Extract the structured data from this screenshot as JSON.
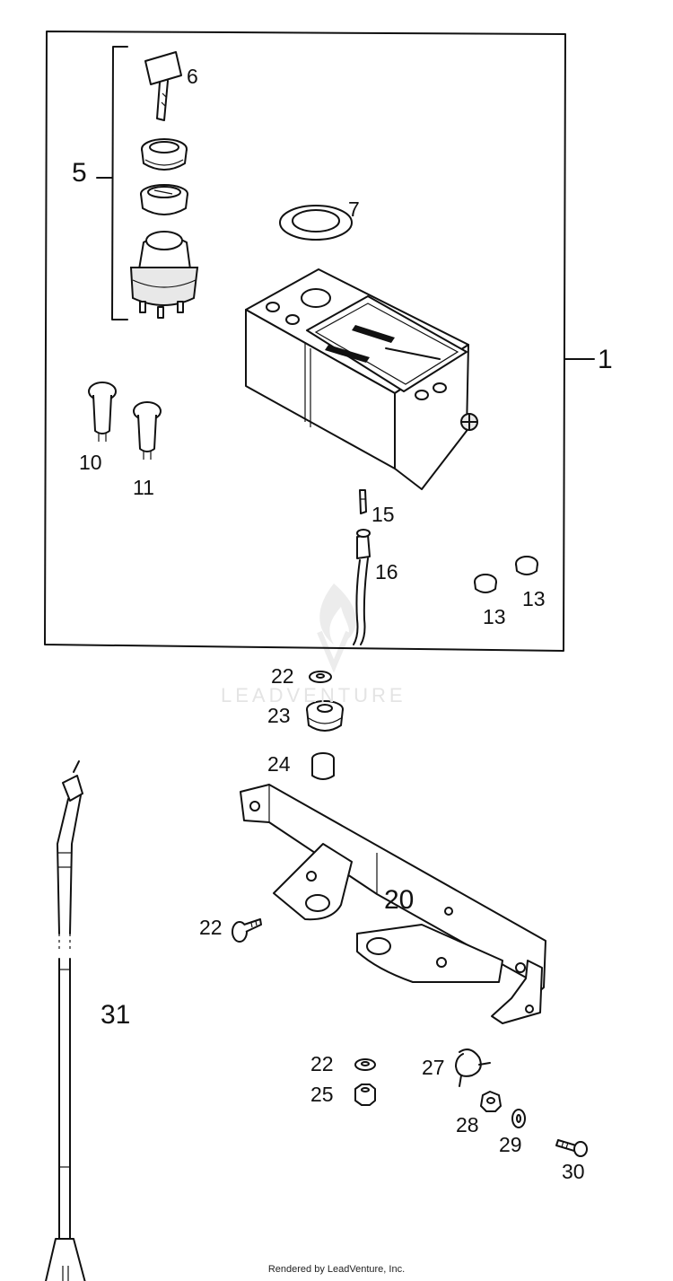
{
  "callouts": {
    "c1": "1",
    "c5": "5",
    "c6": "6",
    "c7": "7",
    "c10": "10",
    "c11": "11",
    "c15": "15",
    "c16": "16",
    "c13a": "13",
    "c13b": "13",
    "c22a": "22",
    "c23": "23",
    "c24": "24",
    "c20": "20",
    "c22b": "22",
    "c31": "31",
    "c22c": "22",
    "c25": "25",
    "c27": "27",
    "c28": "28",
    "c29": "29",
    "c30": "30"
  },
  "watermark": "LEADVENTURE",
  "footer": "Rendered by LeadVenture, Inc."
}
